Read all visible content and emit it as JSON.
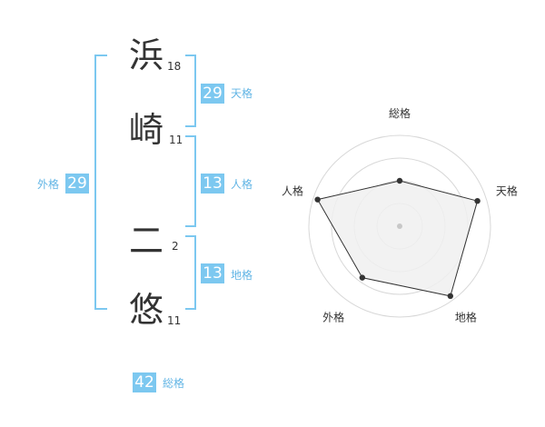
{
  "name": {
    "chars": [
      {
        "char": "浜",
        "strokes": "18"
      },
      {
        "char": "崎",
        "strokes": "11"
      },
      {
        "char": "二",
        "strokes": "2"
      },
      {
        "char": "悠",
        "strokes": "11"
      }
    ]
  },
  "kaku": {
    "tenkaku": {
      "value": "29",
      "label": "天格"
    },
    "jinkaku": {
      "value": "13",
      "label": "人格"
    },
    "chikaku": {
      "value": "13",
      "label": "地格"
    },
    "gaikaku": {
      "value": "29",
      "label": "外格"
    },
    "soukaku": {
      "value": "42",
      "label": "総格"
    }
  },
  "colors": {
    "accent": "#7cc8f0",
    "label": "#62b5e5",
    "text": "#333333",
    "bracket": "#7cc8f0"
  },
  "chart_data": {
    "type": "radar",
    "axes": [
      "総格",
      "天格",
      "地格",
      "外格",
      "人格"
    ],
    "values": [
      0.5,
      0.9,
      0.95,
      0.7,
      0.95
    ],
    "range": [
      0,
      1
    ],
    "rings": 4,
    "fill": "#f2f2f2",
    "stroke": "#333333"
  }
}
